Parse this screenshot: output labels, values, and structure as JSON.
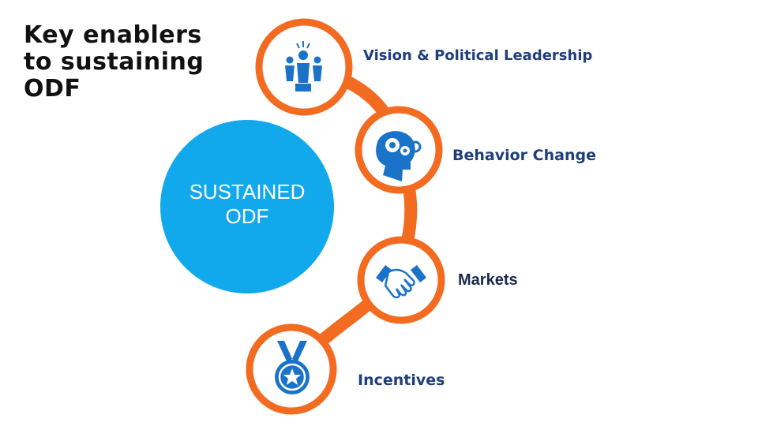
{
  "title": {
    "line1": "Key enablers",
    "line2": "to sustaining",
    "line3": "ODF"
  },
  "center": {
    "line1": "SUSTAINED",
    "line2": "ODF"
  },
  "enablers": [
    {
      "label": "Vision & Political Leadership",
      "icon": "leadership-icon"
    },
    {
      "label": "Behavior Change",
      "icon": "head-gears-icon"
    },
    {
      "label": "Markets",
      "icon": "handshake-icon"
    },
    {
      "label": "Incentives",
      "icon": "medal-icon"
    }
  ],
  "colors": {
    "orange": "#F26B21",
    "blue": "#1A73C8",
    "center_blue": "#12A8EC",
    "label_blue": "#1F3E7C",
    "label_dark": "#1A2A4F"
  }
}
